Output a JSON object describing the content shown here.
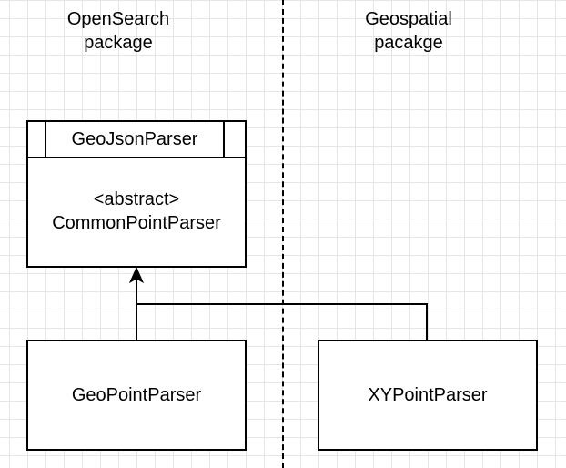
{
  "packages": {
    "left": {
      "line1": "OpenSearch",
      "line2": "package"
    },
    "right": {
      "line1": "Geospatial",
      "line2": "pacakge"
    }
  },
  "abstract_class": {
    "interface_name": "GeoJsonParser",
    "stereotype": "<abstract>",
    "name": "CommonPointParser"
  },
  "subclasses": {
    "left": "GeoPointParser",
    "right": "XYPointParser"
  }
}
